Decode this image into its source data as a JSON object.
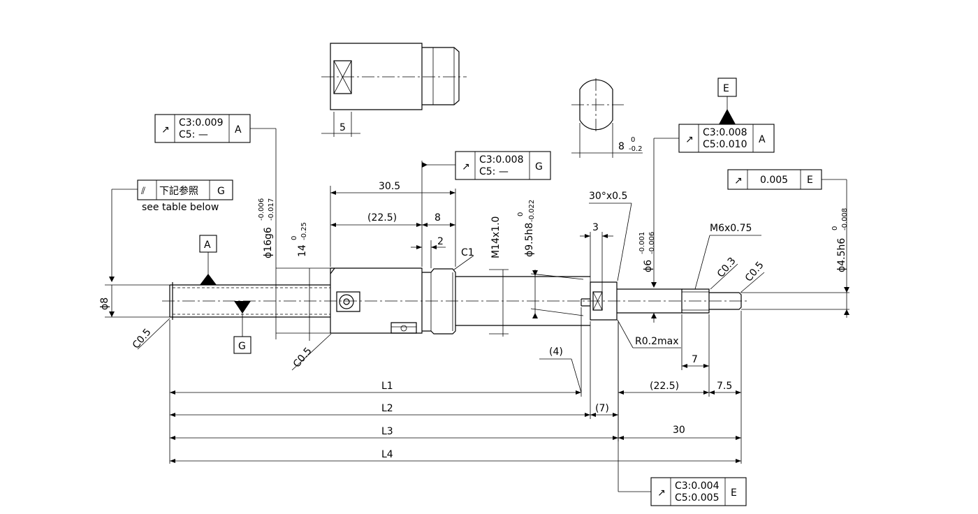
{
  "tolerance_frames": {
    "fr_a1": {
      "sym": "↗",
      "line1": "C3:0.009",
      "line2": "C5: —",
      "datum": "A"
    },
    "fr_g_total": {
      "sym": "⫽",
      "jp": "下記参照",
      "datum": "G",
      "note": "see table below"
    },
    "fr_g1": {
      "sym": "↗",
      "line1": "C3:0.008",
      "line2": "C5: —",
      "datum": "G"
    },
    "fr_a2": {
      "sym": "↗",
      "line1": "C3:0.008",
      "line2": "C5:0.010",
      "datum": "A"
    },
    "fr_e1": {
      "sym": "↗",
      "value": "0.005",
      "datum": "E"
    },
    "fr_e2": {
      "sym": "↗",
      "line1": "C3:0.004",
      "line2": "C5:0.005",
      "datum": "E"
    }
  },
  "datums": {
    "a": "A",
    "g": "G",
    "e": "E"
  },
  "dims": {
    "d30_5": "30.5",
    "d22_5a": "(22.5)",
    "d8": "8",
    "d2": "2",
    "d3": "3",
    "d5": "5",
    "d8flat": "8",
    "d8flat_tol_up": "0",
    "d8flat_tol_lo": "-0.2",
    "c1": "C1",
    "c05_left": "C0.5",
    "c05_mid": "C0.5",
    "c05_right": "C0.5",
    "c03": "C0.3",
    "chamfer30": "30°x0.5",
    "r02": "R0.2max",
    "m6": "M6x0.75",
    "m14": "M14x1.0",
    "d4": "(4)",
    "d7a": "7",
    "d7b": "(7)",
    "d22_5b": "(22.5)",
    "d7_5": "7.5",
    "d30": "30",
    "L1": "L1",
    "L2": "L2",
    "L3": "L3",
    "L4": "L4",
    "phi8": "ϕ8",
    "phi16": "ϕ16g6",
    "phi16_up": "-0.006",
    "phi16_lo": "-0.017",
    "d14": "14",
    "d14_up": "0",
    "d14_lo": "-0.25",
    "phi9_5": "ϕ9.5h8",
    "phi9_5_up": "0",
    "phi9_5_lo": "-0.022",
    "phi6": "ϕ6",
    "phi6_up": "-0.001",
    "phi6_lo": "-0.006",
    "phi4_5": "ϕ4.5h6",
    "phi4_5_up": "0",
    "phi4_5_lo": "-0.008"
  }
}
